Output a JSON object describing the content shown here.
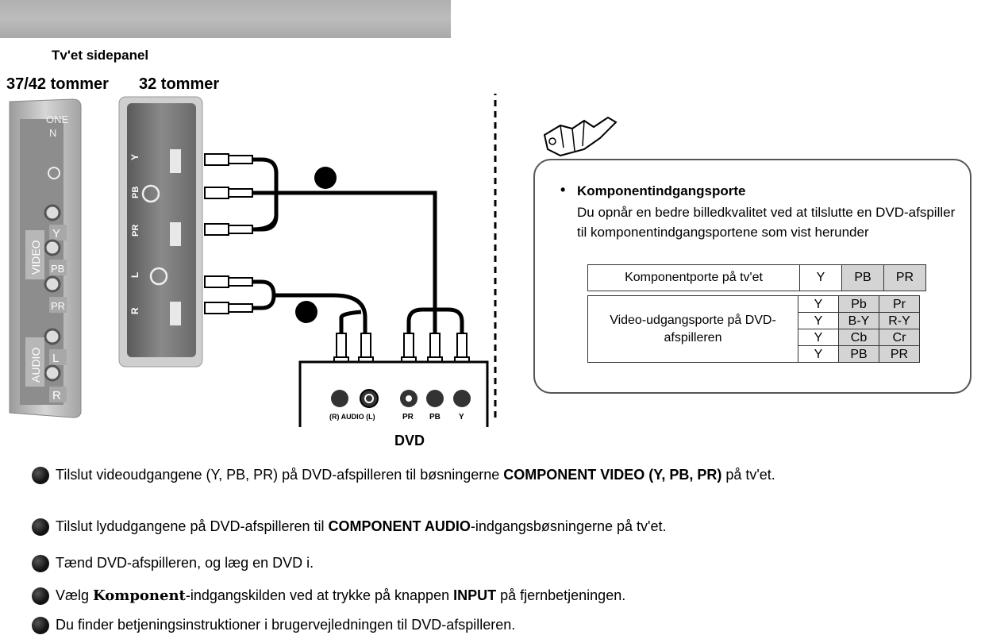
{
  "panel": {
    "title": "Tv'et sidepanel",
    "size_large": "37/42 tommer",
    "size_small": "32 tommer",
    "large_labels": {
      "one": "ONE",
      "n": "N",
      "video": "VIDEO",
      "y": "Y",
      "pb": "PB",
      "pr": "PR",
      "audio": "AUDIO",
      "l": "L",
      "r": "R"
    },
    "small_labels": {
      "y": "Y",
      "pb": "PB",
      "pr": "PR",
      "l": "L",
      "r": "R"
    }
  },
  "dvd": {
    "label": "DVD",
    "jacks": {
      "audio": "(R) AUDIO (L)",
      "pr": "PR",
      "pb": "PB",
      "y": "Y"
    }
  },
  "tip": {
    "heading": "Komponentindgangsporte",
    "body": "Du opnår en bedre billedkvalitet ved at tilslutte en DVD-afspiller til komponentindgangsportene som vist herunder",
    "tv_row": {
      "label": "Komponentporte på tv'et",
      "y": "Y",
      "pb": "PB",
      "pr": "PR"
    },
    "dvd_rows_label": "Video-udgangsporte på DVD-afspilleren",
    "dvd_rows": [
      {
        "y": "Y",
        "pb": "Pb",
        "pr": "Pr"
      },
      {
        "y": "Y",
        "pb": "B-Y",
        "pr": "R-Y"
      },
      {
        "y": "Y",
        "pb": "Cb",
        "pr": "Cr"
      },
      {
        "y": "Y",
        "pb": "PB",
        "pr": "PR"
      }
    ]
  },
  "steps": {
    "s1_pre": "Tilslut videoudgangene (Y, PB, PR) på DVD-afspilleren til bøsningerne ",
    "s1_bold": "COMPONENT VIDEO (Y, PB, PR)",
    "s1_post": " på tv'et.",
    "s2_pre": "Tilslut lydudgangene på DVD-afspilleren til ",
    "s2_bold": "COMPONENT AUDIO",
    "s2_post": "-indgangsbøsningerne på tv'et.",
    "s3": "Tænd DVD-afspilleren, og læg en DVD i.",
    "s4_pre": "Vælg ",
    "s4_bold": "Komponent",
    "s4_mid": "-indgangskilden ved at trykke på knappen ",
    "s4_bold2": "INPUT",
    "s4_post": " på fjernbetjeningen.",
    "s5": "Du finder betjeningsinstruktioner i brugervejledningen til DVD-afspilleren."
  },
  "colors": {
    "panel_dark": "#6e6e6e",
    "panel_light": "#bdbdbd",
    "cable": "#000000",
    "table_shade": "#d4d4d4"
  }
}
